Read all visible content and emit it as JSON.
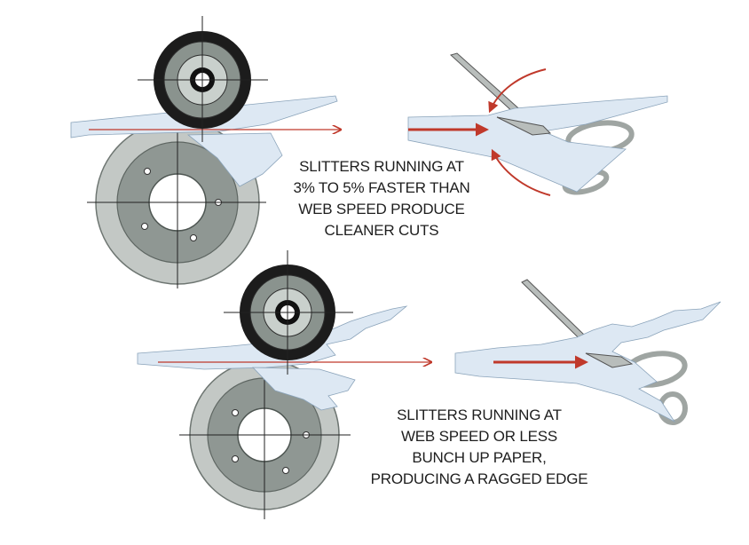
{
  "captions": {
    "fast": [
      "SLITTERS RUNNING AT",
      "3% TO 5% FASTER THAN",
      "WEB SPEED PRODUCE",
      "CLEANER CUTS"
    ],
    "slow": [
      "SLITTERS RUNNING AT",
      "WEB SPEED OR LESS",
      "BUNCH UP PAPER,",
      "PRODUCING A RAGGED EDGE"
    ]
  },
  "colors": {
    "web_paper": "#dde8f3",
    "arrow_red": "#c0392b",
    "roller_dark": "#1c1c1c",
    "roller_mid": "#8a938e",
    "roller_light": "#c9d0cc",
    "blade_outer": "#c3c8c5",
    "blade_inner": "#8f9793",
    "scissors": "#a7acaa"
  },
  "icons": {
    "top_roller": "slitter-roller-icon",
    "blade": "circular-blade-icon",
    "scissors": "scissors-icon",
    "rotation": "rotation-arrow-icon"
  }
}
